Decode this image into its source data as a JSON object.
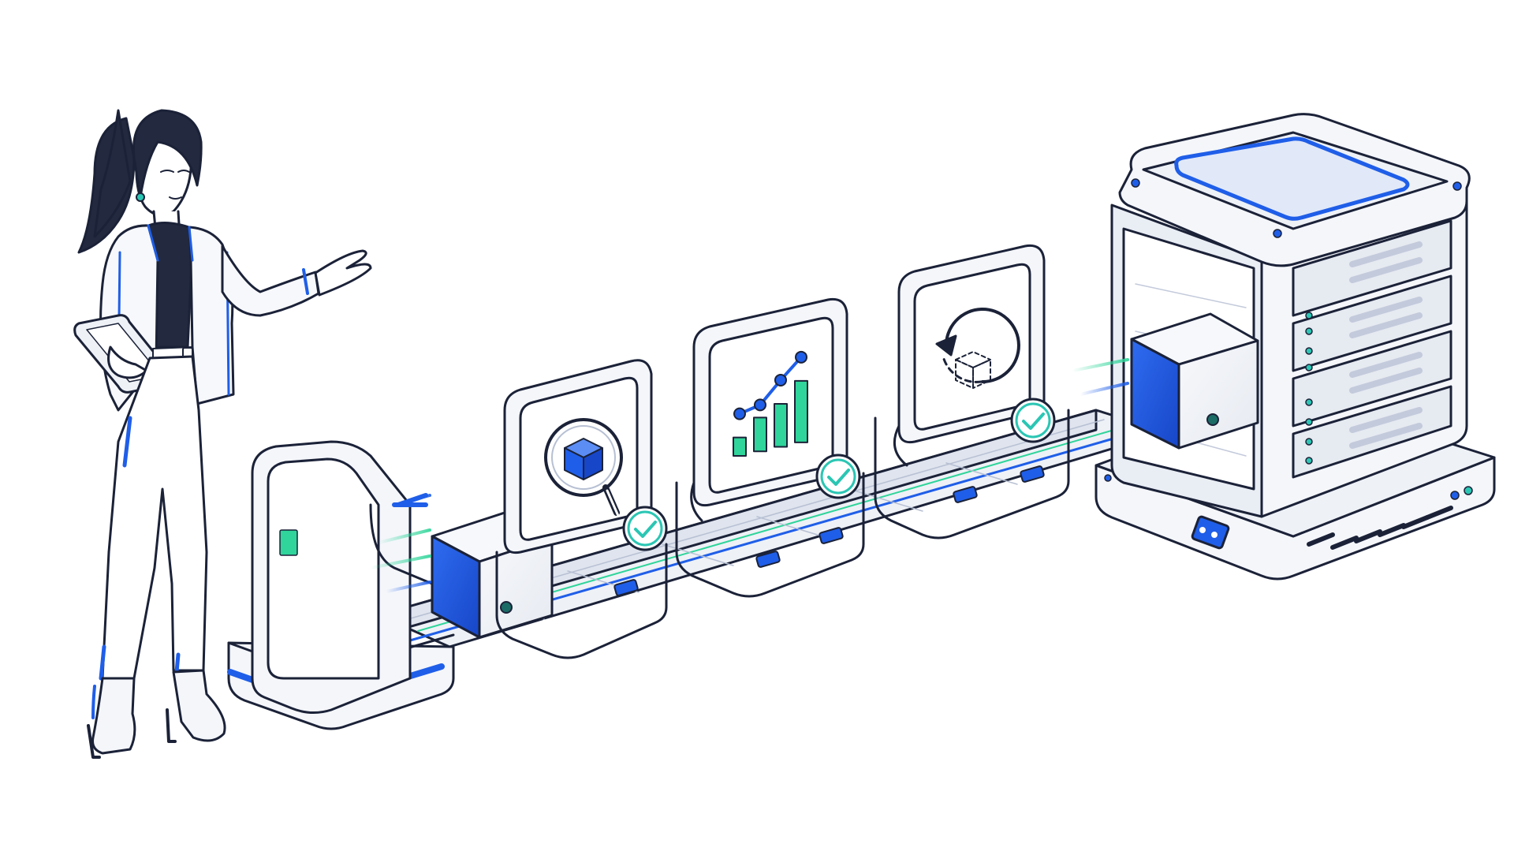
{
  "colors": {
    "background": "#ffffff",
    "outline": "#1b2238",
    "panel": "#f4f6fa",
    "panel_shade": "#dfe4ee",
    "accent_blue": "#1f5ee8",
    "accent_green": "#2fd59a",
    "accent_teal": "#1fb5b0",
    "check_ring": "#2bc6b4"
  },
  "icons": {
    "stage_1": "magnifier-cube-icon",
    "stage_2": "bar-line-chart-icon",
    "stage_3": "rotate-cube-icon",
    "checkmark": "check-circle-icon"
  },
  "stages": [
    {
      "icon": "magnifier-cube-icon",
      "passed": true
    },
    {
      "icon": "bar-line-chart-icon",
      "passed": true
    },
    {
      "icon": "rotate-cube-icon",
      "passed": true
    }
  ],
  "chart_icon_bars": [
    0.3,
    0.55,
    0.7,
    1.0
  ]
}
